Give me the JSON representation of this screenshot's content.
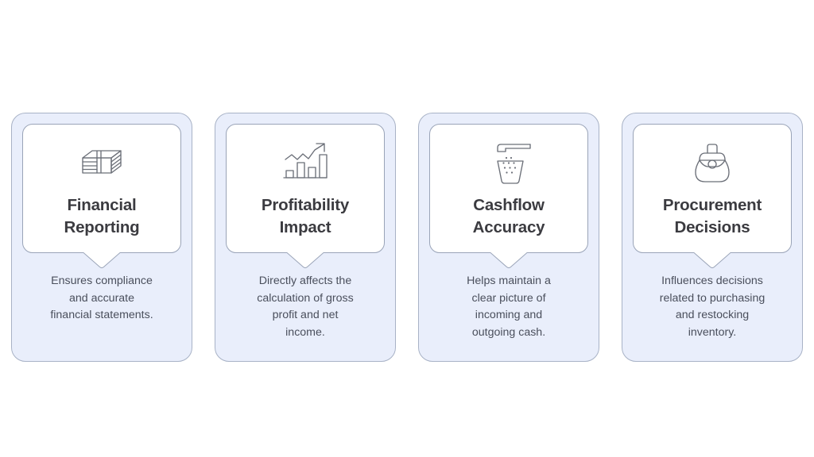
{
  "page": {
    "background_color": "#ffffff",
    "layout": "four-column-callout-cards"
  },
  "theme": {
    "card_background": "#e9eefb",
    "card_border": "#a8b2c6",
    "panel_background": "#ffffff",
    "panel_border": "#9aa4b8",
    "title_color": "#3b3b40",
    "description_color": "#4a4f5c",
    "icon_stroke": "#6b6f78"
  },
  "cards": [
    {
      "id": "financial-reporting",
      "icon": "banknote-stack-icon",
      "title": "Financial Reporting",
      "title_lines": [
        "Financial",
        "Reporting"
      ],
      "description": "Ensures compliance and accurate financial statements.",
      "description_lines": [
        "Ensures compliance",
        "and accurate",
        "financial statements."
      ]
    },
    {
      "id": "profitability-impact",
      "icon": "bar-chart-trend-up-icon",
      "title": "Profitability Impact",
      "title_lines": [
        "Profitability",
        "Impact"
      ],
      "description": "Directly affects the calculation of gross profit and net income.",
      "description_lines": [
        "Directly affects the",
        "calculation of gross",
        "profit and net",
        "income."
      ]
    },
    {
      "id": "cashflow-accuracy",
      "icon": "faucet-glass-icon",
      "title": "Cashflow Accuracy",
      "title_lines": [
        "Cashflow",
        "Accuracy"
      ],
      "description": "Helps maintain a clear picture of incoming and outgoing cash.",
      "description_lines": [
        "Helps maintain a",
        "clear picture of",
        "incoming and",
        "outgoing cash."
      ]
    },
    {
      "id": "procurement-decisions",
      "icon": "handbag-icon",
      "title": "Procurement Decisions",
      "title_lines": [
        "Procurement",
        "Decisions"
      ],
      "description": "Influences decisions related to purchasing and restocking inventory.",
      "description_lines": [
        "Influences decisions",
        "related to purchasing",
        "and restocking",
        "inventory."
      ]
    }
  ]
}
